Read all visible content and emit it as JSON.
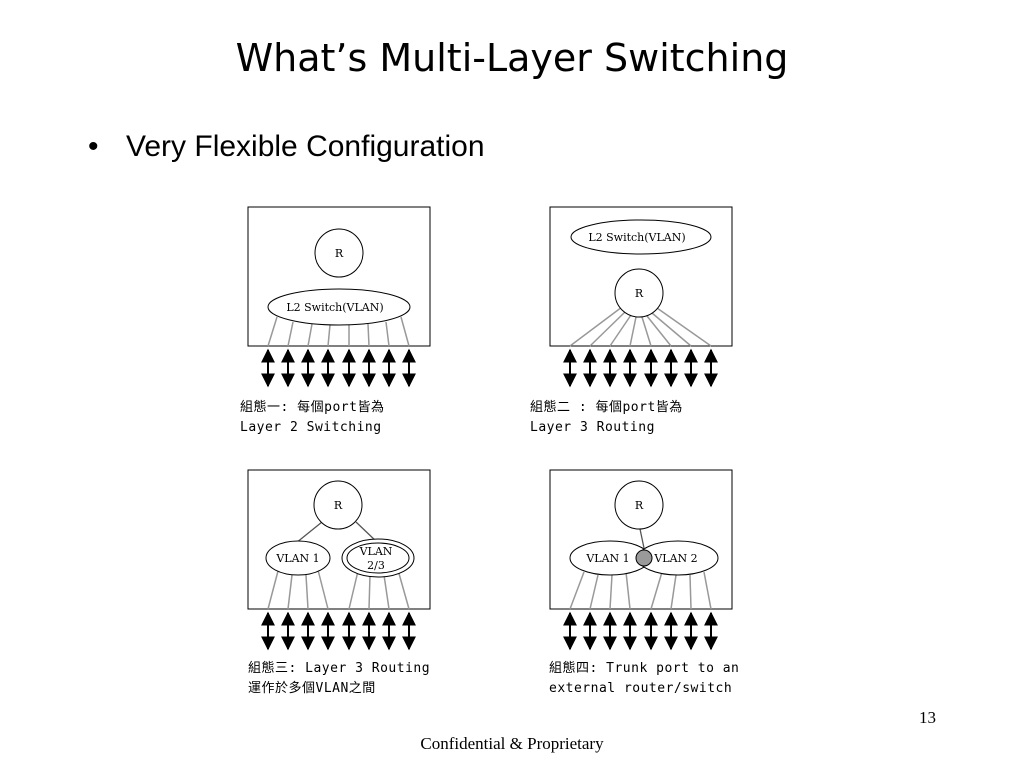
{
  "title": "What’s Multi-Layer Switching",
  "bullet": "Very Flexible Configuration",
  "page_number": "13",
  "footer": "Confidential & Proprietary",
  "panels": [
    {
      "router_label": "R",
      "switch_label": "L2 Switch(VLAN)",
      "caption_line1": "組態一: 每個port皆為",
      "caption_line2": "Layer 2 Switching"
    },
    {
      "router_label": "R",
      "switch_label": "L2 Switch(VLAN)",
      "caption_line1": "組態二 : 每個port皆為",
      "caption_line2": "Layer 3 Routing"
    },
    {
      "router_label": "R",
      "vlan1_label": "VLAN 1",
      "vlan2_label_line1": "VLAN",
      "vlan2_label_line2": "2/3",
      "caption_line1": "組態三: Layer 3 Routing",
      "caption_line2": "運作於多個VLAN之間"
    },
    {
      "router_label": "R",
      "vlan1_label": "VLAN 1",
      "vlan2_label": "VLAN 2",
      "caption_line1": "組態四: Trunk port to an",
      "caption_line2": "external router/switch"
    }
  ]
}
